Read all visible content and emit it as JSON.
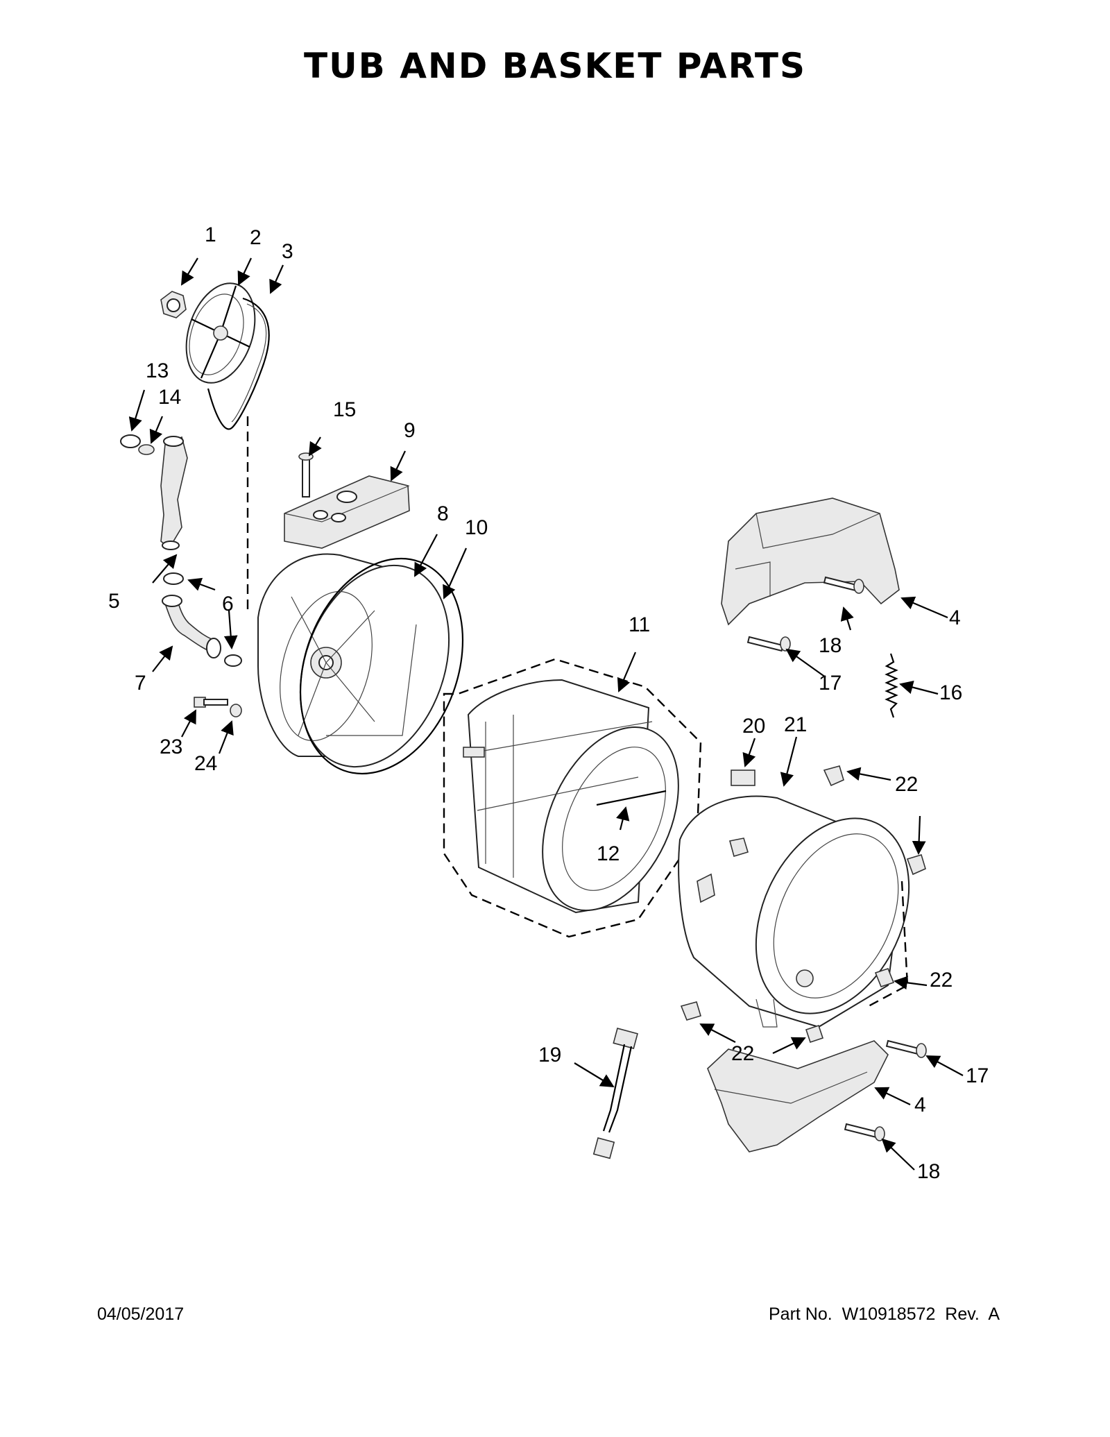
{
  "header": {
    "title": "TUB AND BASKET PARTS"
  },
  "footer": {
    "date": "04/05/2017",
    "part_info": "Part No.  W10918572  Rev.  A"
  },
  "callouts": [
    {
      "id": "c1",
      "label": "1"
    },
    {
      "id": "c2",
      "label": "2"
    },
    {
      "id": "c3",
      "label": "3"
    },
    {
      "id": "c13",
      "label": "13"
    },
    {
      "id": "c14",
      "label": "14"
    },
    {
      "id": "c15",
      "label": "15"
    },
    {
      "id": "c9",
      "label": "9"
    },
    {
      "id": "c8",
      "label": "8"
    },
    {
      "id": "c10",
      "label": "10"
    },
    {
      "id": "c5",
      "label": "5"
    },
    {
      "id": "c6",
      "label": "6"
    },
    {
      "id": "c7",
      "label": "7"
    },
    {
      "id": "c23",
      "label": "23"
    },
    {
      "id": "c24",
      "label": "24"
    },
    {
      "id": "c11",
      "label": "11"
    },
    {
      "id": "c12",
      "label": "12"
    },
    {
      "id": "c4a",
      "label": "4"
    },
    {
      "id": "c18a",
      "label": "18"
    },
    {
      "id": "c17a",
      "label": "17"
    },
    {
      "id": "c16",
      "label": "16"
    },
    {
      "id": "c20",
      "label": "20"
    },
    {
      "id": "c21",
      "label": "21"
    },
    {
      "id": "c22a",
      "label": "22"
    },
    {
      "id": "c22b",
      "label": "22"
    },
    {
      "id": "c22c",
      "label": "22"
    },
    {
      "id": "c22d",
      "label": "22"
    },
    {
      "id": "c19",
      "label": "19"
    },
    {
      "id": "c17b",
      "label": "17"
    },
    {
      "id": "c4b",
      "label": "4"
    },
    {
      "id": "c18b",
      "label": "18"
    }
  ]
}
